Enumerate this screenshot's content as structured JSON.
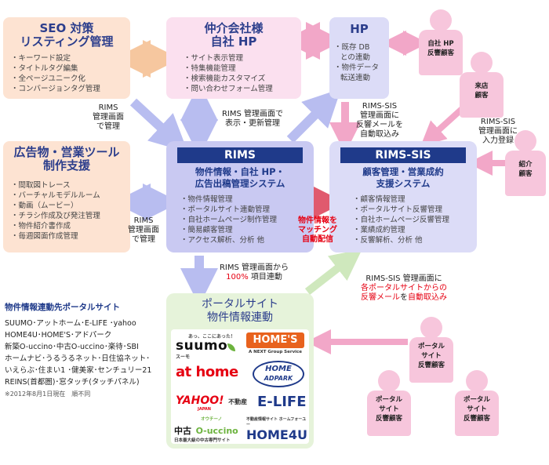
{
  "seo": {
    "title1": "SEO 対策",
    "title2": "リスティング管理",
    "items": [
      "キーワード設定",
      "タイトルタグ編集",
      "全ページユニーク化",
      "コンバージョンタグ管理"
    ]
  },
  "broker": {
    "title1": "仲介会社様",
    "title2": "自社 HP",
    "items": [
      "サイト表示管理",
      "特集機能管理",
      "検索機能カスタマイズ",
      "問い合わせフォーム管理"
    ]
  },
  "hp": {
    "title": "HP",
    "items": [
      "既存 DB",
      "との連動",
      "物件データ",
      "転送連動"
    ]
  },
  "ad": {
    "title1": "広告物・営業ツール",
    "title2": "制作支援",
    "items": [
      "間取図トレース",
      "バーチャルモデルルーム",
      "動画（ムービー）",
      "チラシ作成及び発注管理",
      "物件紹介書作成",
      "毎週図面作成管理"
    ]
  },
  "rims": {
    "label": "RIMS",
    "sub1": "物件情報・自社 HP・",
    "sub2": "広告出稿管理システム",
    "items": [
      "物件情報管理",
      "ポータルサイト連動管理",
      "自社ホームページ制作管理",
      "簡易顧客管理",
      "アクセス解析、分析 他"
    ]
  },
  "rimssis": {
    "label": "RIMS-SIS",
    "sub1": "顧客管理・営業成約",
    "sub2": "支援システム",
    "items": [
      "顧客情報管理",
      "ポータルサイト反響管理",
      "自社ホームページ反響管理",
      "業績成約管理",
      "反響解析、分析 他"
    ]
  },
  "labels": {
    "rims_mgmt_left1": [
      "RIMS",
      "管理画面",
      "で管理"
    ],
    "rims_mgmt_left2": [
      "RIMS",
      "管理画面",
      "で管理"
    ],
    "rims_mgmt_top": [
      "RIMS 管理画面で",
      "表示・更新管理"
    ],
    "sis_mgmt": [
      "RIMS-SIS",
      "管理画面に",
      "反響メールを",
      "自動取込み"
    ],
    "sis_input": [
      "RIMS-SIS",
      "管理画面に",
      "入力登録"
    ],
    "auto": [
      "物件情報を",
      "マッチング",
      "自動配信"
    ],
    "portal_link1": "RIMS 管理画面から",
    "portal_link2_red": "100%",
    "portal_link2": " 項目連動",
    "sis_portal1": "RIMS-SIS 管理画面に",
    "sis_portal2": "各ポータルサイトからの",
    "sis_portal3a": "反響メール",
    "sis_portal3b": "を",
    "sis_portal3c": "自動取込み"
  },
  "people": {
    "own_hp": [
      "自社 HP",
      "反響顧客"
    ],
    "visit": [
      "来店",
      "顧客"
    ],
    "intro": [
      "紹介",
      "顧客"
    ],
    "portal": [
      "ポータル",
      "サイト",
      "反響顧客"
    ]
  },
  "portal_list": {
    "heading": "物件情報連動先ポータルサイト",
    "lines": [
      "SUUMO･アットホーム･E-LIFE ･yahoo",
      "HOME4U･HOME'S･アドパーク",
      "新築O-uccino･中古O-uccino･楽待･SBI",
      "ホームナビ･うるうるネット･日住協ネット･",
      "いえらぶ･住まい1 ･健美家･センチュリー21",
      "REINS(首都圏)･窓タッチ(タッチパネル)"
    ],
    "note": "※2012年8月1日現在　順不同"
  },
  "portal_box": {
    "title1": "ポータルサイト",
    "title2": "物件情報連動"
  },
  "logos": {
    "suumo": "suumo",
    "suumo_small": "スーモ",
    "suumo_tag": "あっ、ここにあった！",
    "homes": "HOME'S",
    "homes_sub": "A NEXT Group Service",
    "athome": "at home",
    "adpark1": "HOME",
    "adpark2": "ADPARK",
    "yahoo": "YAHOO!",
    "yahoo_sub": "JAPAN",
    "yahoo_fud": "不動産",
    "elife": "E-LIFE",
    "uccino1": "中古",
    "uccino2": "O-uccino",
    "uccino_ruby": "オウチーノ",
    "uccino_sub": "日本最大級の中古専門サイト",
    "home4u": "HOME4U",
    "home4u_sub": "不動産情報サイト ホームフォーユー"
  },
  "colors": {
    "navy": "#1f3a8a",
    "peach": "#fde3d2",
    "pink": "#fbe0ef",
    "lavender": "#dcdcf7",
    "green": "#e6f3da",
    "red": "#e60012"
  }
}
